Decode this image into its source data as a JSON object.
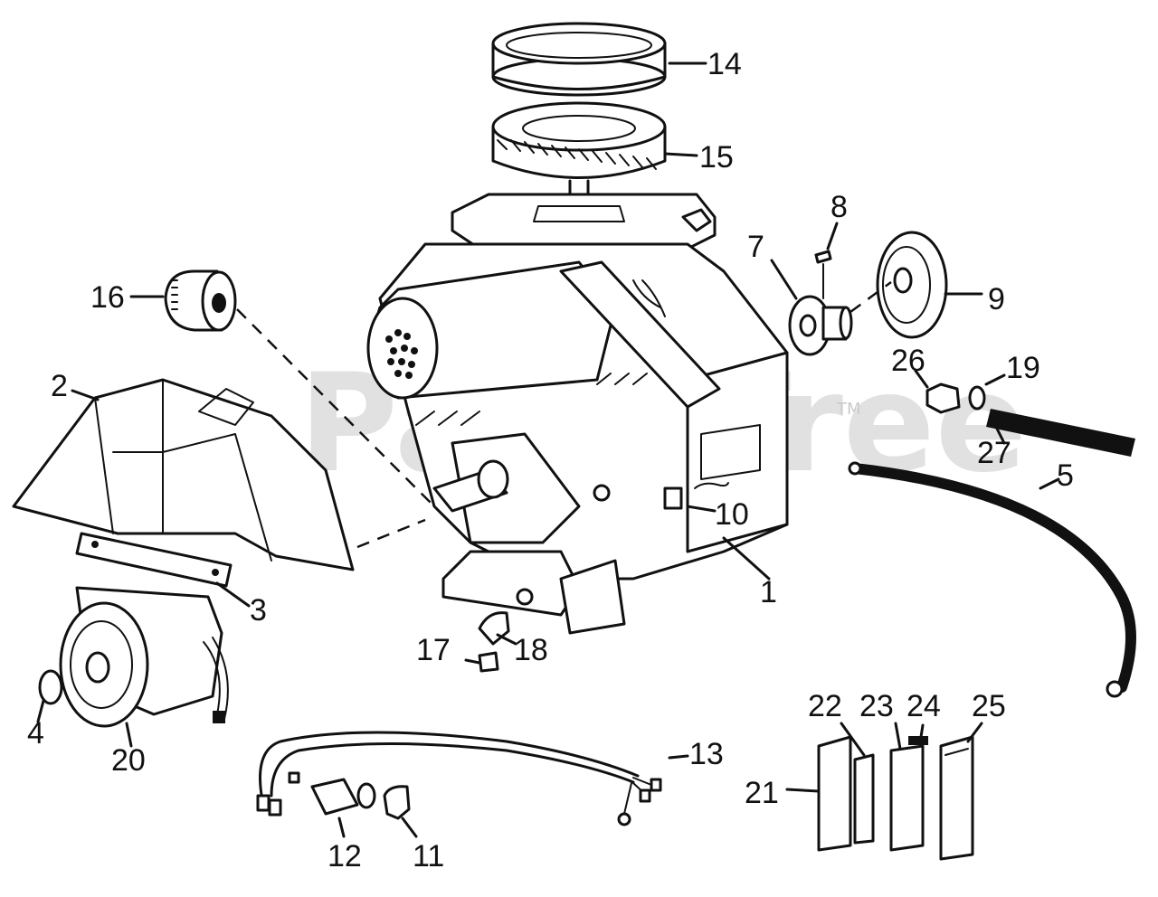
{
  "diagram": {
    "watermark": "PartsTree",
    "trademark": "TM",
    "callouts": [
      {
        "id": "14",
        "label": "14"
      },
      {
        "id": "15",
        "label": "15"
      },
      {
        "id": "8",
        "label": "8"
      },
      {
        "id": "7",
        "label": "7"
      },
      {
        "id": "9",
        "label": "9"
      },
      {
        "id": "16",
        "label": "16"
      },
      {
        "id": "26",
        "label": "26"
      },
      {
        "id": "19",
        "label": "19"
      },
      {
        "id": "2",
        "label": "2"
      },
      {
        "id": "27",
        "label": "27"
      },
      {
        "id": "5",
        "label": "5"
      },
      {
        "id": "10",
        "label": "10"
      },
      {
        "id": "1",
        "label": "1"
      },
      {
        "id": "3",
        "label": "3"
      },
      {
        "id": "17",
        "label": "17"
      },
      {
        "id": "18",
        "label": "18"
      },
      {
        "id": "4",
        "label": "4"
      },
      {
        "id": "20",
        "label": "20"
      },
      {
        "id": "13",
        "label": "13"
      },
      {
        "id": "22",
        "label": "22"
      },
      {
        "id": "23",
        "label": "23"
      },
      {
        "id": "24",
        "label": "24"
      },
      {
        "id": "25",
        "label": "25"
      },
      {
        "id": "21",
        "label": "21"
      },
      {
        "id": "12",
        "label": "12"
      },
      {
        "id": "11",
        "label": "11"
      }
    ]
  }
}
